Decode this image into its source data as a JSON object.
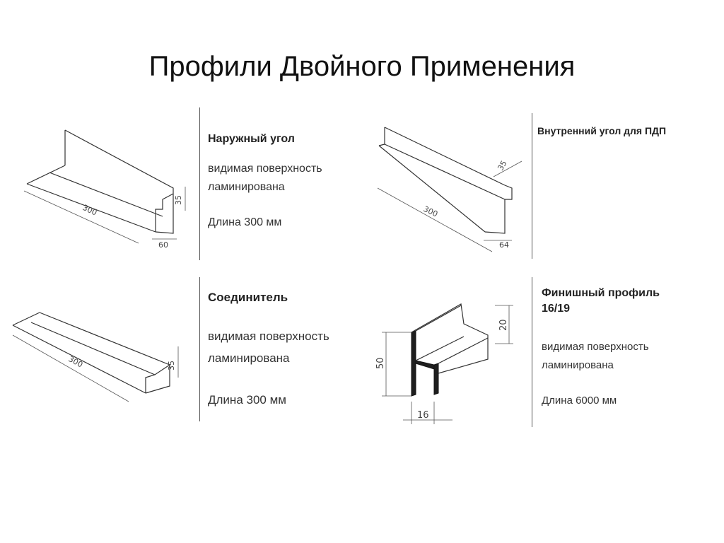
{
  "slide": {
    "title": "Профили Двойного Применения"
  },
  "profiles": [
    {
      "name": "Наружный угол",
      "surface_line1": "видимая поверхность",
      "surface_line2": "ламинирована",
      "length": "Длина 300 мм",
      "dims": {
        "length": "300",
        "height": "35",
        "width": "60"
      }
    },
    {
      "name": "Внутренний угол для ПДП",
      "dims": {
        "length": "300",
        "height": "35",
        "width": "64"
      }
    },
    {
      "name": "Соединитель",
      "surface_line1": "видимая поверхность",
      "surface_line2": "ламинирована",
      "length": "Длина 300 мм",
      "dims": {
        "length": "300",
        "height": "35"
      }
    },
    {
      "name_line1": "Финишный профиль",
      "name_line2": "16/19",
      "surface_line1": "видимая поверхность",
      "surface_line2": "ламинирована",
      "length": "Длина 6000 мм",
      "dims": {
        "height": "50",
        "flange": "20",
        "width": "16"
      }
    }
  ]
}
